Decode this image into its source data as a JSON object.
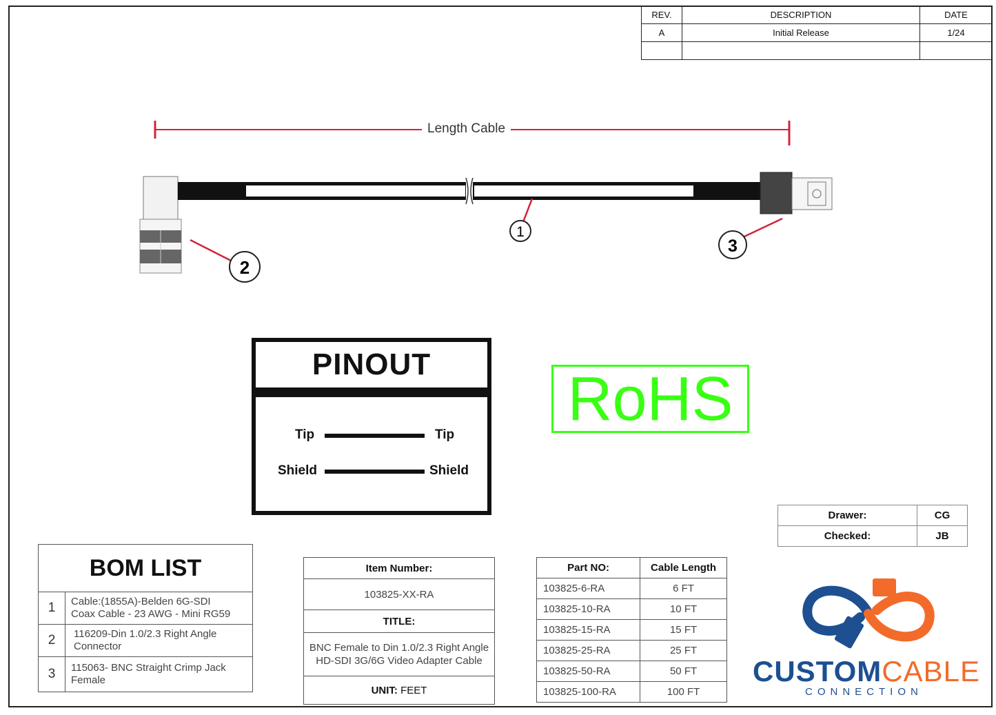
{
  "revision": {
    "headers": [
      "REV.",
      "DESCRIPTION",
      "DATE"
    ],
    "rows": [
      [
        "A",
        "Initial Release",
        "1/24"
      ],
      [
        "",
        "",
        ""
      ]
    ]
  },
  "drawing": {
    "length_label": "Length Cable",
    "callouts": [
      "1",
      "2",
      "3"
    ]
  },
  "pinout": {
    "title": "PINOUT",
    "pins": [
      {
        "left": "Tip",
        "right": "Tip"
      },
      {
        "left": "Shield",
        "right": "Shield"
      }
    ]
  },
  "rohs": "RoHS",
  "signoff": {
    "drawer_label": "Drawer:",
    "drawer_value": "CG",
    "checked_label": "Checked:",
    "checked_value": "JB"
  },
  "bom": {
    "title": "BOM LIST",
    "items": [
      {
        "num": "1",
        "line1": "Cable:(1855A)-Belden 6G-SDI",
        "line2": "Coax Cable - 23 AWG - Mini RG59"
      },
      {
        "num": "2",
        "line1": "116209-Din 1.0/2.3 Right Angle",
        "line2": "Connector"
      },
      {
        "num": "3",
        "line1": "115063- BNC Straight Crimp Jack",
        "line2": "Female"
      }
    ]
  },
  "item_block": {
    "item_label": "Item Number:",
    "item_value": "103825-XX-RA",
    "title_label": "TITLE:",
    "title_line1": "BNC Female to Din 1.0/2.3 Right Angle",
    "title_line2": "HD-SDI 3G/6G Video Adapter Cable",
    "unit_label": "UNIT:",
    "unit_value": "FEET"
  },
  "parts": {
    "headers": [
      "Part NO:",
      "Cable Length"
    ],
    "rows": [
      [
        "103825-6-RA",
        "6 FT"
      ],
      [
        "103825-10-RA",
        "10 FT"
      ],
      [
        "103825-15-RA",
        "15 FT"
      ],
      [
        "103825-25-RA",
        "25 FT"
      ],
      [
        "103825-50-RA",
        "50 FT"
      ],
      [
        "103825-100-RA",
        "100 FT"
      ]
    ]
  },
  "logo": {
    "word1": "CUSTOM",
    "word2": "CABLE",
    "sub": "CONNECTION",
    "blue": "#1d4f91",
    "orange": "#f26b2a"
  },
  "colors": {
    "dimension_red": "#d2233c",
    "rohs_green": "#39ff14"
  }
}
